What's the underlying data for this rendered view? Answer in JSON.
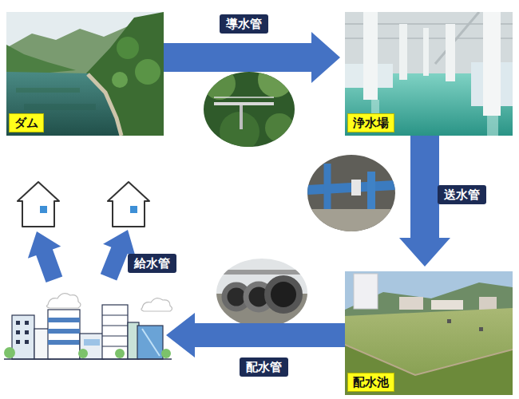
{
  "diagram": {
    "nodes": [
      {
        "text": [
          "ダム"
        ]
      },
      {
        "text": [
          "浄水場"
        ]
      },
      {
        "text": [
          "配水池"
        ]
      }
    ],
    "edges": [
      {
        "from": 0,
        "to": 1,
        "arrow": "to",
        "label": "導水管"
      },
      {
        "from": 1,
        "to": 2,
        "arrow": "to",
        "label": "送水管"
      }
    ],
    "labels": [
      "配水管",
      "給水管"
    ]
  }
}
